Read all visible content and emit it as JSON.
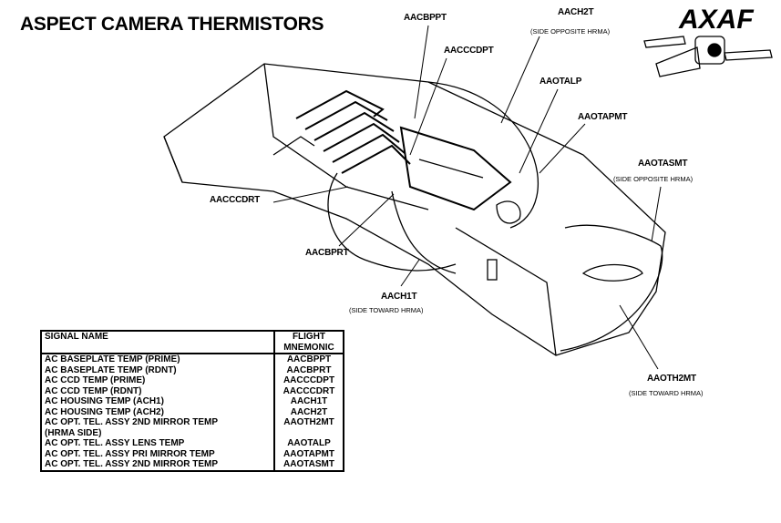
{
  "title": "ASPECT CAMERA THERMISTORS",
  "logo": "AXAF",
  "callouts": {
    "aacbppt": {
      "label": "AACBPPT"
    },
    "aach2t": {
      "label": "AACH2T",
      "note": "(SIDE OPPOSITE HRMA)"
    },
    "aacccdpt": {
      "label": "AACCCDPT"
    },
    "aaotalp": {
      "label": "AAOTALP"
    },
    "aaotapmt": {
      "label": "AAOTAPMT"
    },
    "aaotasmt": {
      "label": "AAOTASMT",
      "note": "(SIDE OPPOSITE HRMA)"
    },
    "aacccdrt": {
      "label": "AACCCDRT"
    },
    "aacbprt": {
      "label": "AACBPRT"
    },
    "aach1t": {
      "label": "AACH1T",
      "note": "(SIDE TOWARD HRMA)"
    },
    "aaoth2mt": {
      "label": "AAOTH2MT",
      "note": "(SIDE TOWARD HRMA)"
    }
  },
  "table": {
    "headers": {
      "signal": "SIGNAL NAME",
      "mnemonic_line1": "FLIGHT",
      "mnemonic_line2": "MNEMONIC"
    },
    "rows": [
      {
        "signal": "AC BASEPLATE TEMP (PRIME)",
        "mnemonic": "AACBPPT"
      },
      {
        "signal": "AC BASEPLATE TEMP (RDNT)",
        "mnemonic": "AACBPRT"
      },
      {
        "signal": "AC CCD TEMP (PRIME)",
        "mnemonic": "AACCCDPT"
      },
      {
        "signal": "AC CCD TEMP (RDNT)",
        "mnemonic": "AACCCDRT"
      },
      {
        "signal": "AC HOUSING TEMP (ACH1)",
        "mnemonic": "AACH1T"
      },
      {
        "signal": "AC HOUSING TEMP (ACH2)",
        "mnemonic": "AACH2T"
      },
      {
        "signal": "AC OPT. TEL. ASSY 2ND MIRROR TEMP",
        "signal_line2": "(HRMA SIDE)",
        "mnemonic": "AAOTH2MT"
      },
      {
        "signal": "AC OPT. TEL. ASSY LENS TEMP",
        "mnemonic": "AAOTALP"
      },
      {
        "signal": "AC OPT. TEL. ASSY PRI MIRROR TEMP",
        "mnemonic": "AAOTAPMT"
      },
      {
        "signal": "AC OPT. TEL. ASSY 2ND MIRROR TEMP",
        "mnemonic": "AAOTASMT"
      }
    ]
  }
}
